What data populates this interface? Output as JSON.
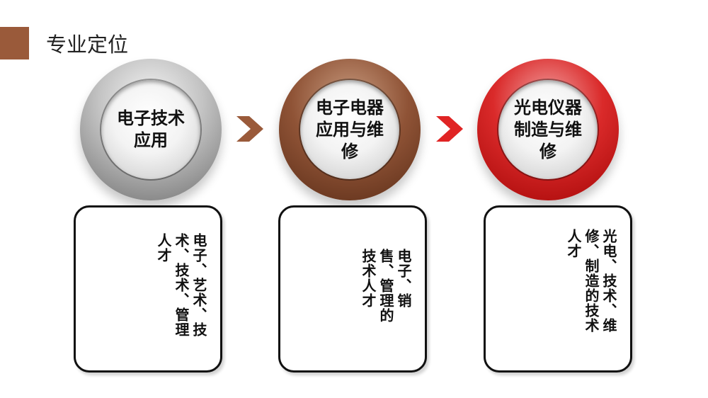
{
  "header": {
    "title": "专业定位"
  },
  "stages": [
    {
      "label": "电子技术应用",
      "ring_color": "#8a8a8a"
    },
    {
      "label": "电子电器应用与维修",
      "ring_color": "#8f5336"
    },
    {
      "label": "光电仪器制造与维修",
      "ring_color": "#da2a2a"
    }
  ],
  "descriptions": [
    "电子、艺术、技术、技术、管理人才",
    "电子、销售、管理的技术人才",
    "光电、技术、维修、制造的技术人才"
  ],
  "colors": {
    "title_accent": "#9a5a3a",
    "arrow_1": "#9a5a3a",
    "arrow_2": "#e02424"
  }
}
